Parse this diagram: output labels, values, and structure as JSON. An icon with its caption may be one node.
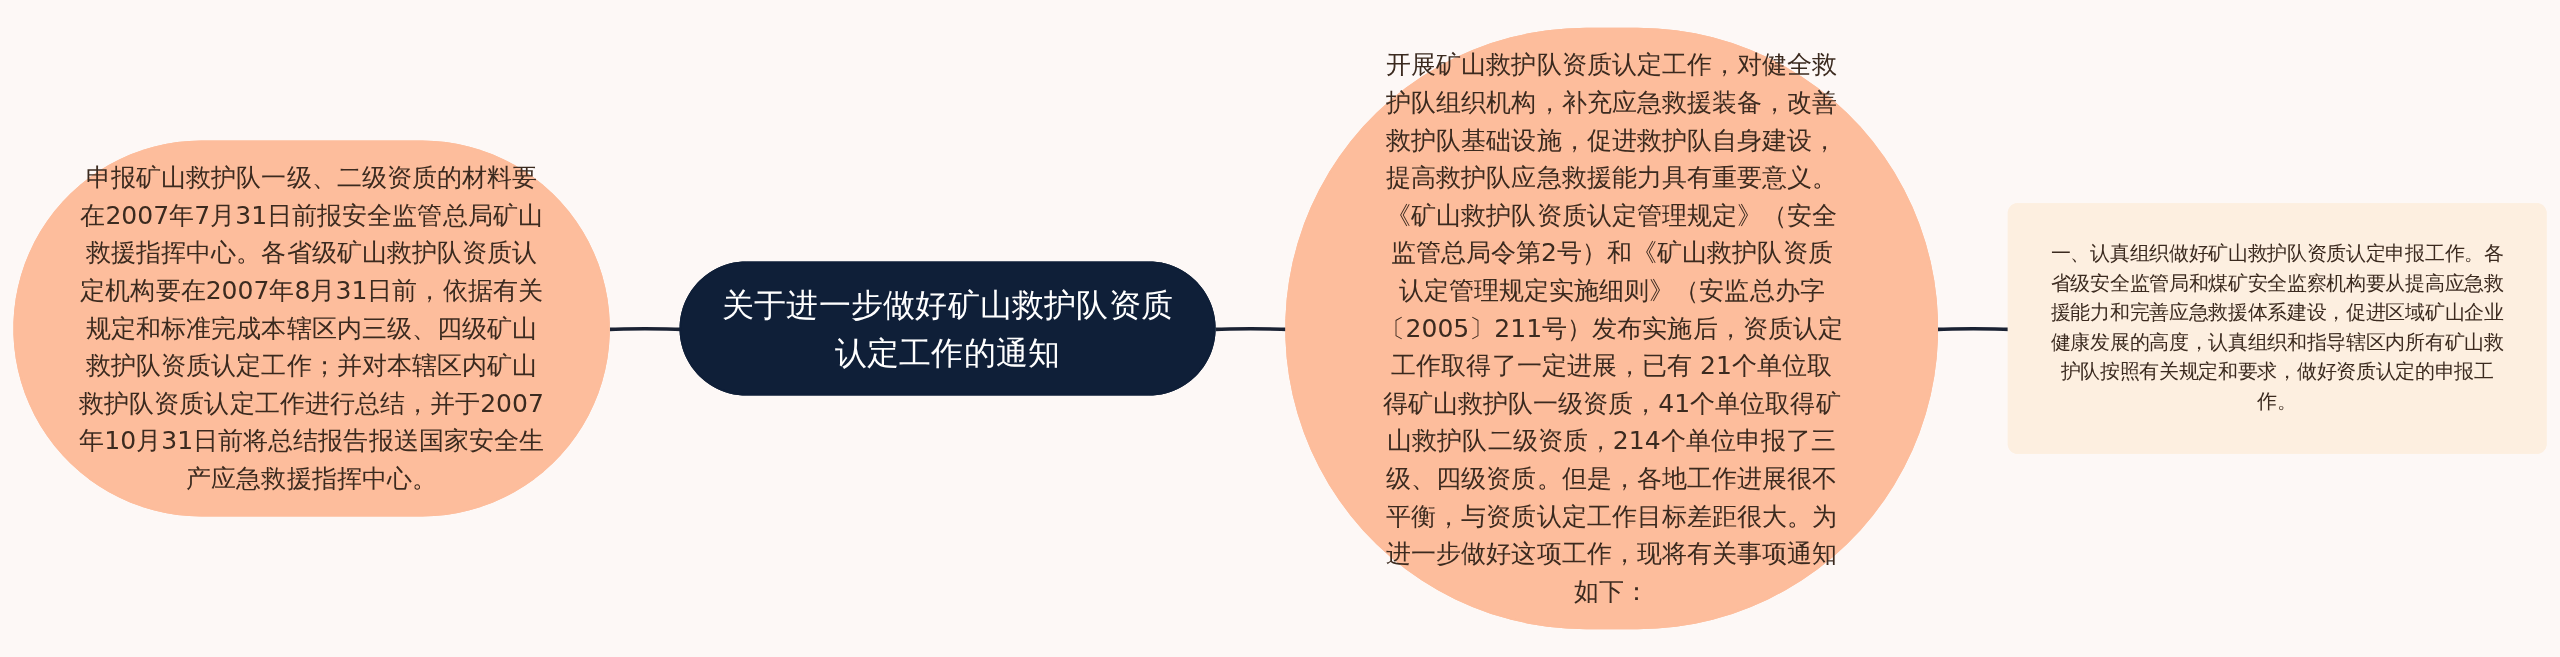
{
  "diagram": {
    "nodes": [
      {
        "text": [
          "申报矿山救护队一级、二级资质的材料要在2007年7月31日前报安全监管总局矿山救援指挥中心。各省级矿山救护队资质认定机构要在2007年8月31日前，依据有关规定和标准完成本辖区内三级、四级矿山救护队资质认定工作；并对本辖区内矿山救护队资质认定工作进行总结，并于2007年10月31日前将总结报告报送国家安全生产应急救援指挥中心。"
        ]
      },
      {
        "text": [
          "关于进一步做好矿山救护队资质认定工作的通知"
        ]
      },
      {
        "text": [
          "开展矿山救护队资质认定工作，对健全救护队组织机构，补充应急救援装备，改善救护队基础设施，促进救护队自身建设，提高救护队应急救援能力具有重要意义。《矿山救护队资质认定管理规定》（安全监管总局令第2号）和《矿山救护队资质认定管理规定实施细则》（安监总办字〔2005〕211号）发布实施后，资质认定工作取得了一定进展，已有 21个单位取得矿山救护队一级资质，41个单位取得矿山救护队二级资质，214个单位申报了三级、四级资质。但是，各地工作进展很不平衡，与资质认定工作目标差距很大。为进一步做好这项工作，现将有关事项通知如下："
        ]
      },
      {
        "text": [
          "一、认真组织做好矿山救护队资质认定申报工作。各省级安全监管局和煤矿安全监察机构要从提高应急救援能力和完善应急救援体系建设，促进区域矿山企业健康发展的高度，认真组织和指导辖区内所有矿山救护队按照有关规定和要求，做好资质认定的申报工作。"
        ]
      }
    ],
    "edges": [
      {
        "from": 0,
        "to": 1,
        "arrow": "none"
      },
      {
        "from": 1,
        "to": 2,
        "arrow": "none"
      },
      {
        "from": 2,
        "to": 3,
        "arrow": "none"
      }
    ]
  }
}
